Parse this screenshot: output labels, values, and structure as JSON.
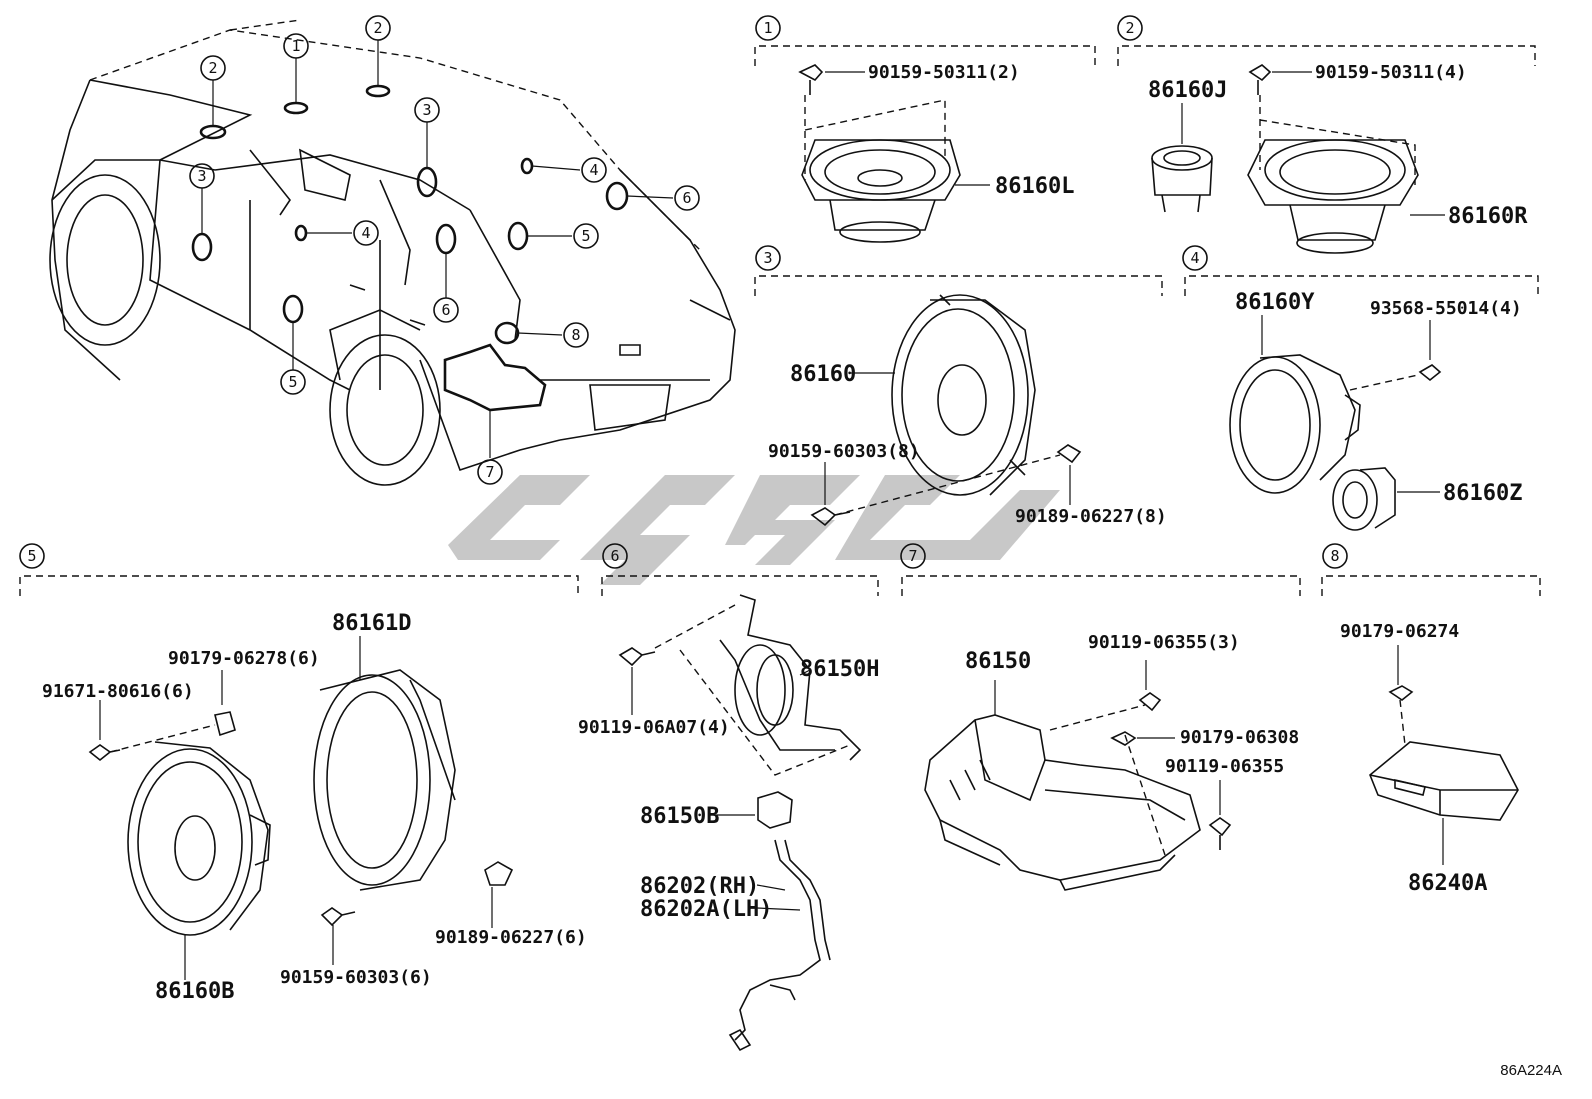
{
  "diagram_code": "86A224A",
  "watermark_text": "",
  "callouts": [
    "1",
    "2",
    "3",
    "4",
    "5",
    "6",
    "7",
    "8"
  ],
  "parts": {
    "g1_bolt": "90159-50311(2)",
    "g1_speaker": "86160L",
    "g2_bolt": "90159-50311(4)",
    "g2_tweeter": "86160J",
    "g2_speaker": "86160R",
    "g3_speaker": "86160",
    "g3_bolt": "90159-60303(8)",
    "g3_clip": "90189-06227(8)",
    "g4_speaker": "86160Y",
    "g4_bolt": "93568-55014(4)",
    "g4_tweeter": "86160Z",
    "g5_bolt_a": "90179-06278(6)",
    "g5_bolt_b": "91671-80616(6)",
    "g5_speaker": "86160B",
    "g5_bracket": "86161D",
    "g5_bolt_c": "90159-60303(6)",
    "g5_clip": "90189-06227(6)",
    "g6_bolt": "90119-06A07(4)",
    "g6_speaker": "86150H",
    "g6_connector": "86150B",
    "g6_wire_rh": "86202(RH)",
    "g6_wire_lh": "86202A(LH)",
    "g7_amp": "86150",
    "g7_bolt_a": "90119-06355(3)",
    "g7_nut": "90179-06308",
    "g7_bolt_b": "90119-06355",
    "g8_nut": "90179-06274",
    "g8_module": "86240A"
  }
}
